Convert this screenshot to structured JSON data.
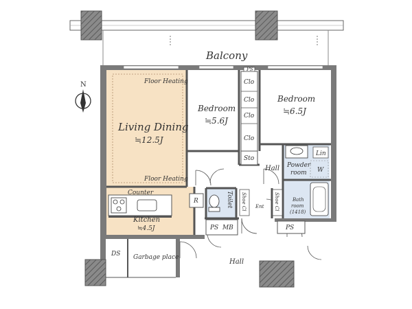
{
  "plan": {
    "balcony": "Balcony",
    "north": "N",
    "living": {
      "name": "Living Dining",
      "size": "≒12.5J"
    },
    "floor_heating_top": "Floor Heating",
    "floor_heating_bottom": "Floor Heating",
    "bedroom1": {
      "name": "Bedroom",
      "size": "≒5.6J"
    },
    "bedroom2": {
      "name": "Bedroom",
      "size": "≒6.5J"
    },
    "closets": [
      "Clo",
      "Clo",
      "Clo",
      "Clo"
    ],
    "storage": "Sto",
    "ps_top": "PS",
    "linen": "Lin",
    "powder": {
      "line1": "Powder",
      "line2": "room"
    },
    "washer": "W",
    "bath": {
      "line1": "Bath",
      "line2": "room",
      "line3": "(1418)"
    },
    "hall_inner": "Hall",
    "hall_outer": "Hall",
    "counter": "Counter",
    "kitchen": {
      "name": "Kitchen",
      "size": "≒4.5J"
    },
    "refrigerator": "R",
    "toilet": "Toilet",
    "shoe1": "Shoe Cl",
    "shoe2": "Shoe Cl",
    "entrance": "Ent",
    "ps_mb": "PS  MB",
    "ps_right": "PS",
    "ds": "DS",
    "garbage": "Garbage place"
  },
  "colors": {
    "wall": "#7a7a7a",
    "floor_wood": "#f7e2c4",
    "wet_area": "#dce6f2",
    "pillar": "#6b6b6b",
    "line": "#444444"
  }
}
